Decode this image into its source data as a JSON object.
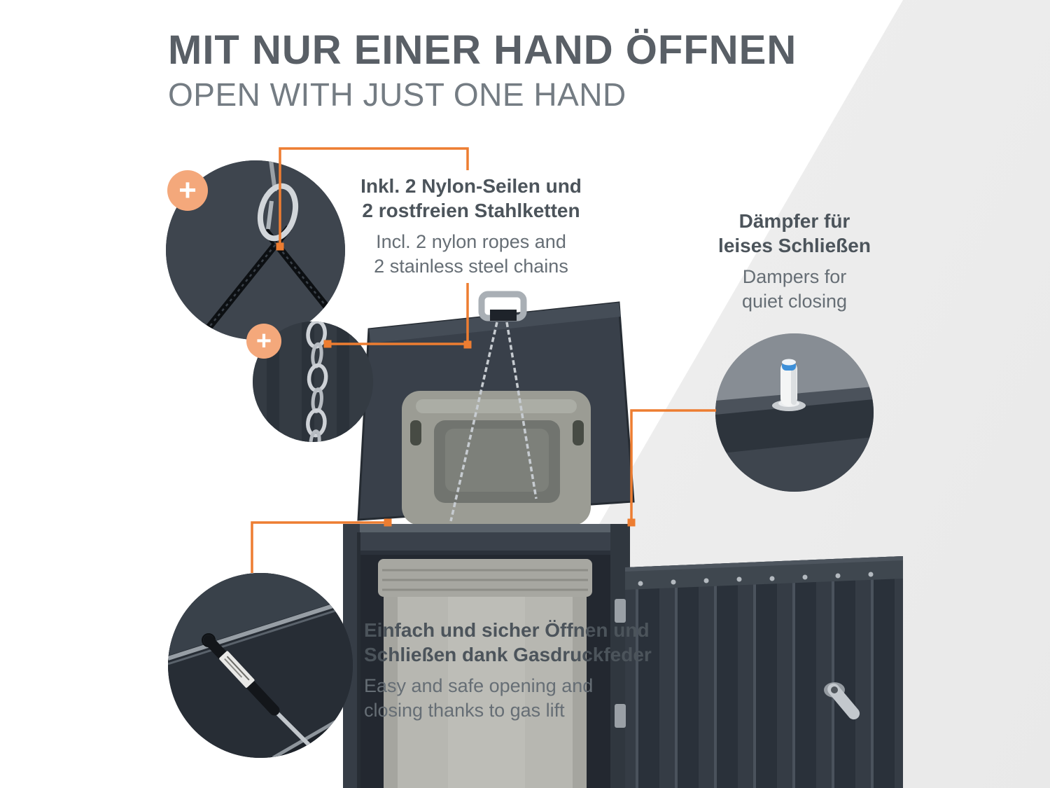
{
  "header": {
    "title": "MIT NUR EINER HAND ÖFFNEN",
    "subtitle": "OPEN WITH JUST ONE HAND"
  },
  "callouts": {
    "ropes": {
      "de1": "Inkl. 2 Nylon-Seilen und",
      "de2": "2 rostfreien Stahlketten",
      "en1": "Incl. 2 nylon ropes and",
      "en2": "2 stainless steel chains"
    },
    "damper": {
      "de1": "Dämpfer für",
      "de2": "leises Schließen",
      "en1": "Dampers for",
      "en2": "quiet closing"
    },
    "gaslift": {
      "de1": "Einfach und sicher Öffnen und",
      "de2": "Schließen dank Gasdruckfeder",
      "en1": "Easy and safe opening and",
      "en2": "closing thanks to gas lift"
    }
  },
  "badges": {
    "plus": "+"
  },
  "colors": {
    "accent": "#ED7D31",
    "badge": "#F4A87B",
    "title_gray": "#595F66",
    "subtitle_gray": "#747C83",
    "anthracite": "#353C45",
    "bin_gray": "#B7B7B1"
  }
}
